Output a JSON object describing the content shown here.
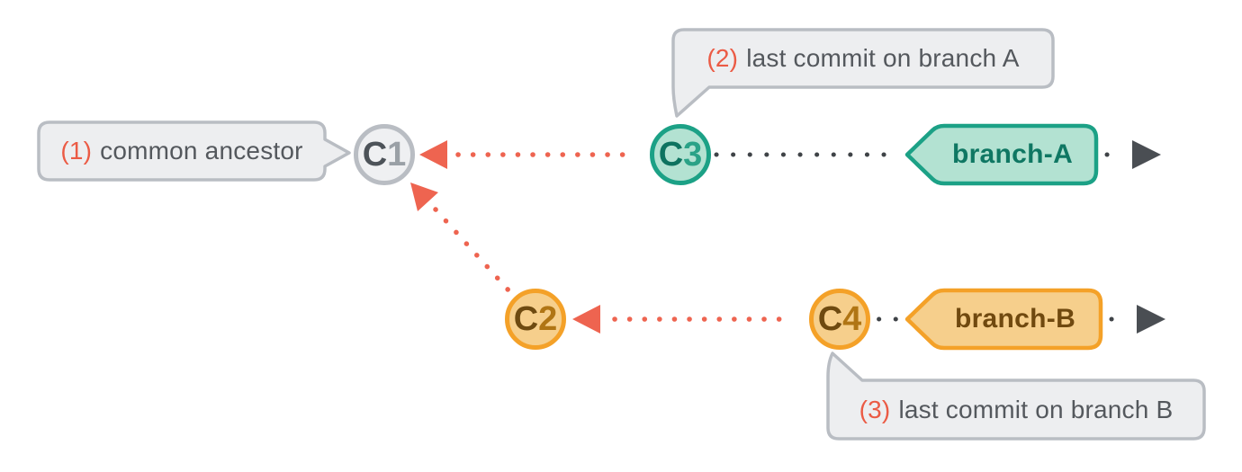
{
  "diagram": {
    "title_hint": "git branches with common ancestor",
    "callouts": [
      {
        "num": "(1)",
        "label": "common ancestor"
      },
      {
        "num": "(2)",
        "label": "last commit on branch A"
      },
      {
        "num": "(3)",
        "label": "last commit on branch B"
      }
    ],
    "commits": [
      {
        "prefix": "C",
        "digit": "1"
      },
      {
        "prefix": "C",
        "digit": "2"
      },
      {
        "prefix": "C",
        "digit": "3"
      },
      {
        "prefix": "C",
        "digit": "4"
      }
    ],
    "branches": [
      {
        "label": "branch-A"
      },
      {
        "label": "branch-B"
      }
    ],
    "colors": {
      "salmon_arrow": "#EE6450",
      "dark_dots": "#3F4347",
      "teal_border": "#1CA186",
      "teal_fill": "#B3E2D2",
      "teal_text": "#0E7360",
      "orange_border": "#F4A128",
      "orange_fill": "#F6CF8C",
      "orange_text": "#70490F",
      "gray_border": "#B9BDC3",
      "gray_fill": "#EFF0F2",
      "bubble_fill": "#EDEEF0",
      "bubble_border": "#B9BDC3",
      "bubble_text": "#54585D",
      "callout_number": "#EB5B45"
    }
  }
}
